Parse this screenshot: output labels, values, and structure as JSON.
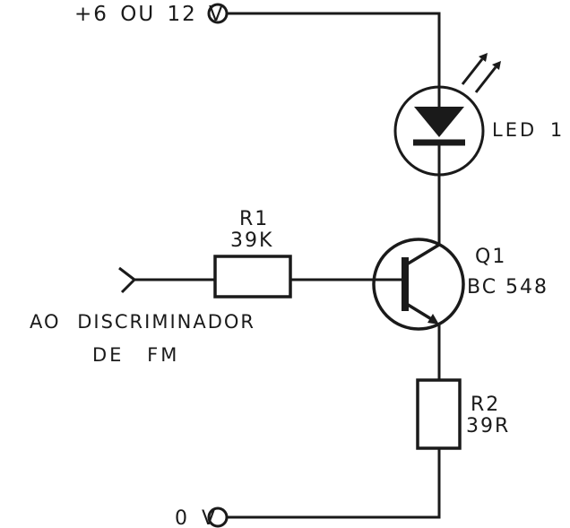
{
  "colors": {
    "ink": "#1a1a1a",
    "paper": "#ffffff"
  },
  "rails": {
    "power": "+6 OU 12 V",
    "ground": "0 V"
  },
  "components": {
    "led1": {
      "ref": "LED 1"
    },
    "q1": {
      "ref": "Q1",
      "part": "BC 548"
    },
    "r1": {
      "ref": "R1",
      "value": "39K"
    },
    "r2": {
      "ref": "R2",
      "value": "39R"
    }
  },
  "input": {
    "caption_line1": "AO DISCRIMINADOR",
    "caption_line2": "DE FM"
  }
}
